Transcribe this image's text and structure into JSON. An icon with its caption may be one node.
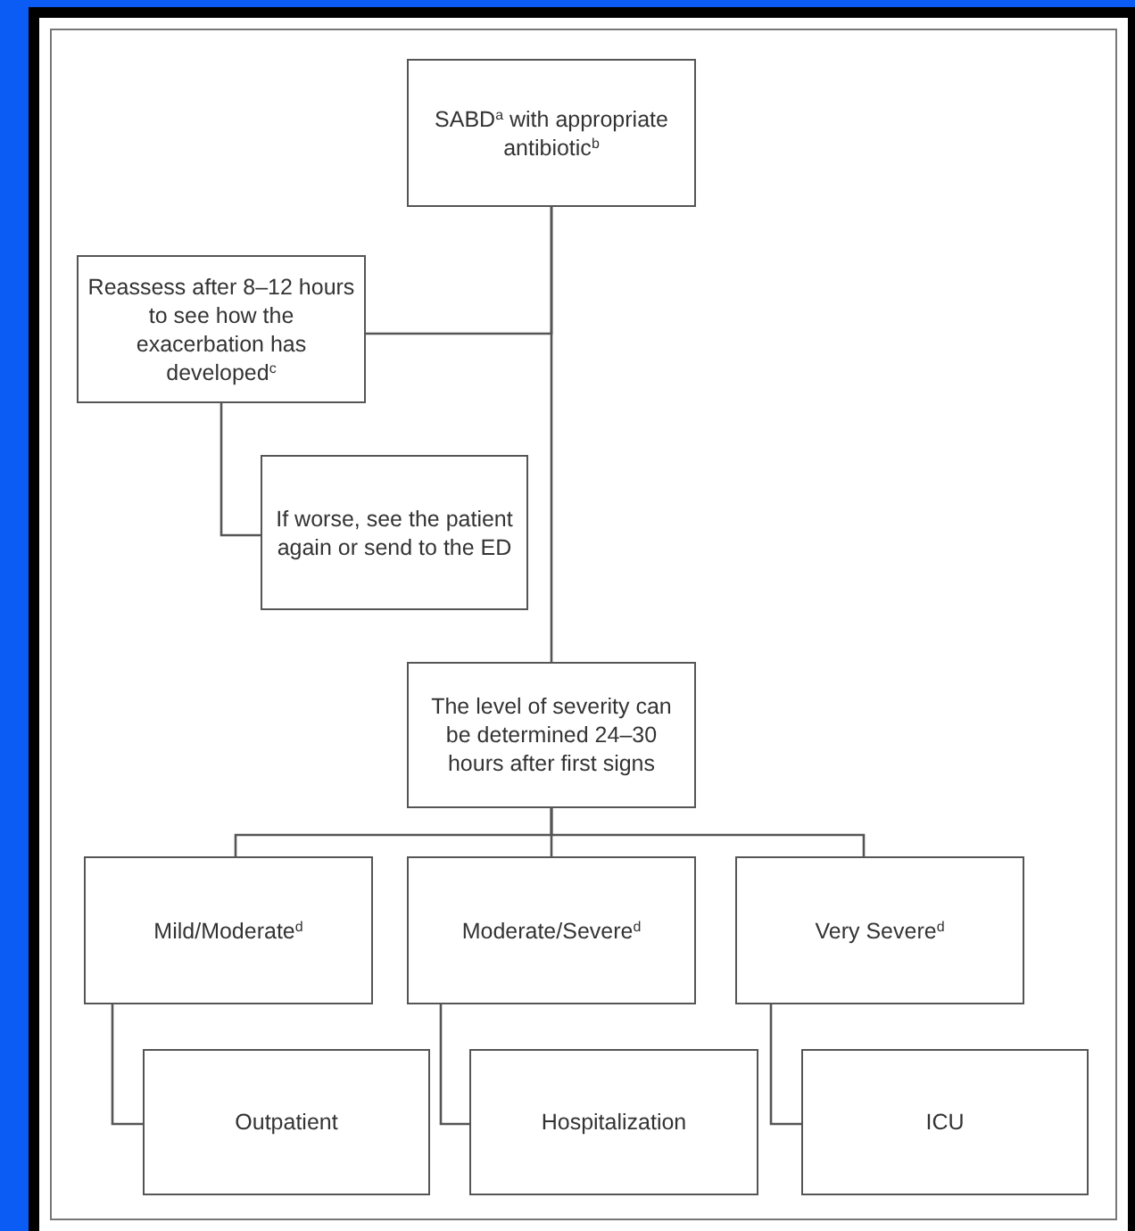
{
  "diagram": {
    "nodes": [
      {
        "text": [
          "SABD$^{a}$ with appropriate antibiotic$^{b}$"
        ]
      },
      {
        "text": [
          "Reassess after 8–12 hours to see how the exacerbation has developed$^{c}$"
        ]
      },
      {
        "text": [
          "If worse, see the patient again or send to the ED"
        ]
      },
      {
        "text": [
          "The level of severity can be determined 24–30 hours after first signs"
        ]
      },
      {
        "text": [
          "Mild/Moderate$^{d}$"
        ]
      },
      {
        "text": [
          "Moderate/Severe$^{d}$"
        ]
      },
      {
        "text": [
          "Very Severe$^{d}$"
        ]
      },
      {
        "text": [
          "Outpatient"
        ]
      },
      {
        "text": [
          "Hospitalization"
        ]
      },
      {
        "text": [
          "ICU"
        ]
      }
    ],
    "edges": [
      {
        "from": 0,
        "to": 1,
        "arrow": "none"
      },
      {
        "from": 1,
        "to": 2,
        "arrow": "none"
      },
      {
        "from": 0,
        "to": 3,
        "arrow": "none"
      },
      {
        "from": 3,
        "to": 4,
        "arrow": "none"
      },
      {
        "from": 3,
        "to": 5,
        "arrow": "none"
      },
      {
        "from": 3,
        "to": 6,
        "arrow": "none"
      },
      {
        "from": 4,
        "to": 7,
        "arrow": "none"
      },
      {
        "from": 5,
        "to": 8,
        "arrow": "none"
      },
      {
        "from": 6,
        "to": 9,
        "arrow": "none"
      }
    ]
  }
}
